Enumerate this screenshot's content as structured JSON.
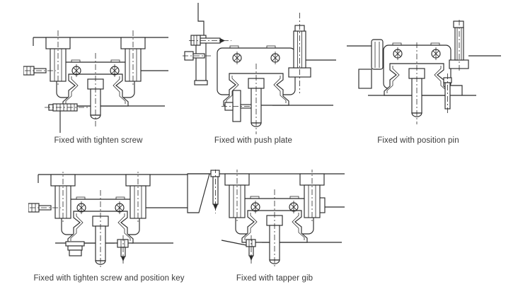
{
  "page": {
    "background": "#ffffff",
    "line_color": "#2b2b2b",
    "text_color": "#3a3a3a"
  },
  "figures": [
    {
      "id": "tighten-screw",
      "caption": "Fixed with tighten screw"
    },
    {
      "id": "push-plate",
      "caption": "Fixed with push plate"
    },
    {
      "id": "position-pin",
      "caption": "Fixed with position pin"
    },
    {
      "id": "tighten-screw-position-key",
      "caption": "Fixed with tighten screw and position key"
    },
    {
      "id": "tapper-gib",
      "caption": "Fixed with tapper gib"
    }
  ]
}
